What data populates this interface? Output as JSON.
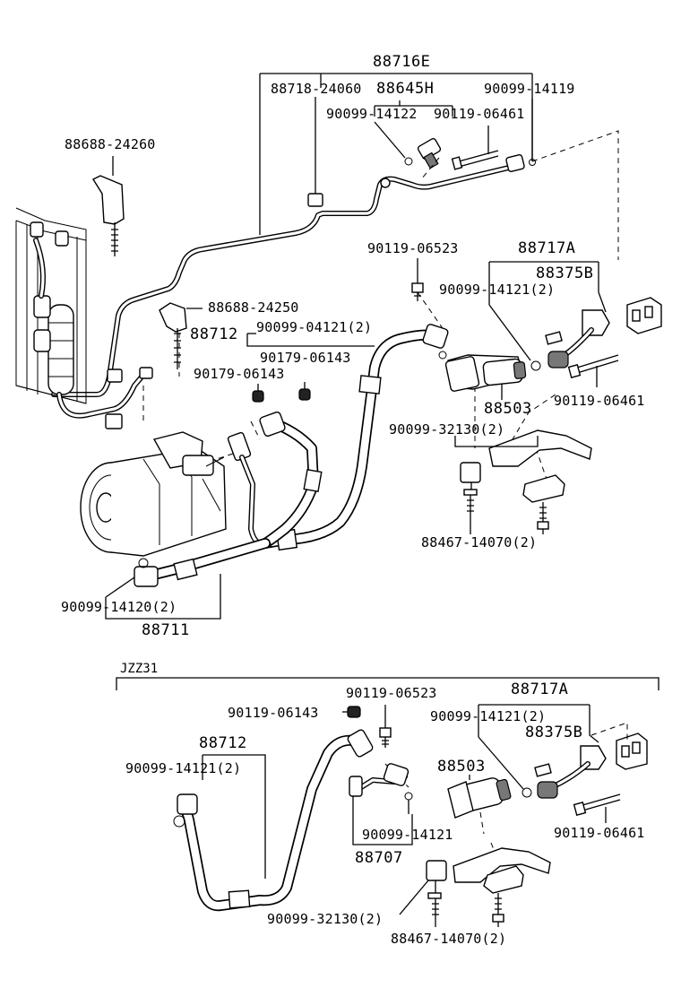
{
  "labels": {
    "l_88716E": "88716E",
    "l_88718_24060": "88718-24060",
    "l_88645H": "88645H",
    "l_90099_14119": "90099-14119",
    "l_90099_14122": "90099-14122",
    "l_90119_06461_top": "90119-06461",
    "l_88688_24260": "88688-24260",
    "l_90119_06523_top": "90119-06523",
    "l_88717A_top": "88717A",
    "l_88375B_top": "88375B",
    "l_90099_14121_2_top": "90099-14121(2)",
    "l_88688_24250": "88688-24250",
    "l_88712_top": "88712",
    "l_90099_04121_2": "90099-04121(2)",
    "l_90179_06143_a": "90179-06143",
    "l_90179_06143_b": "90179-06143",
    "l_88503_top": "88503",
    "l_90119_06461_mid": "90119-06461",
    "l_90099_32130_2_top": "90099-32130(2)",
    "l_88467_14070_2_top": "88467-14070(2)",
    "l_90099_14120_2": "90099-14120(2)",
    "l_88711": "88711",
    "l_section": "JZZ31",
    "l_90119_06523_bot": "90119-06523",
    "l_88717A_bot": "88717A",
    "l_90119_06143": "90119-06143",
    "l_90099_14121_2_bot": "90099-14121(2)",
    "l_88712_bot": "88712",
    "l_88375B_bot": "88375B",
    "l_90099_14121_2_left": "90099-14121(2)",
    "l_88503_bot": "88503",
    "l_90099_14121_bot": "90099-14121",
    "l_90119_06461_bot": "90119-06461",
    "l_88707": "88707",
    "l_90099_32130_2_bot": "90099-32130(2)",
    "l_88467_14070_2_bot": "88467-14070(2)"
  }
}
